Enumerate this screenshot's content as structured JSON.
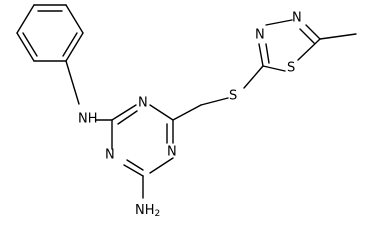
{
  "molecule": {
    "atoms": {
      "nh": "NH",
      "nh2": "NH",
      "nh2_sub": "2",
      "triazine_n_top": "N",
      "triazine_n_left": "N",
      "triazine_n_bottom": "N",
      "s_linker": "S",
      "s_thiadiazole": "S",
      "n_thiadiazole_left": "N",
      "n_thiadiazole_right": "N"
    }
  }
}
